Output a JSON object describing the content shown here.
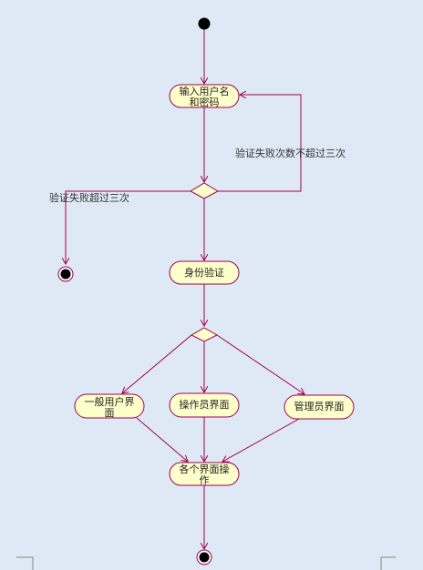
{
  "colors": {
    "background": "#dfe9f5",
    "node_fill": "#ffffcc",
    "node_stroke": "#a0004e",
    "edge": "#a0004e",
    "dot_fill": "#000000"
  },
  "nodes": {
    "input": {
      "line1": "输入用户名",
      "line2": "和密码"
    },
    "auth": {
      "label": "身份验证"
    },
    "user": {
      "line1": "一般用户界",
      "line2": "面"
    },
    "operator": {
      "label": "操作员界面"
    },
    "admin": {
      "label": "管理员界面"
    },
    "ops": {
      "line1": "各个界面操",
      "line2": "作"
    }
  },
  "guards": {
    "retry": "验证失败次数不超过三次",
    "fail": "验证失败超过三次"
  }
}
